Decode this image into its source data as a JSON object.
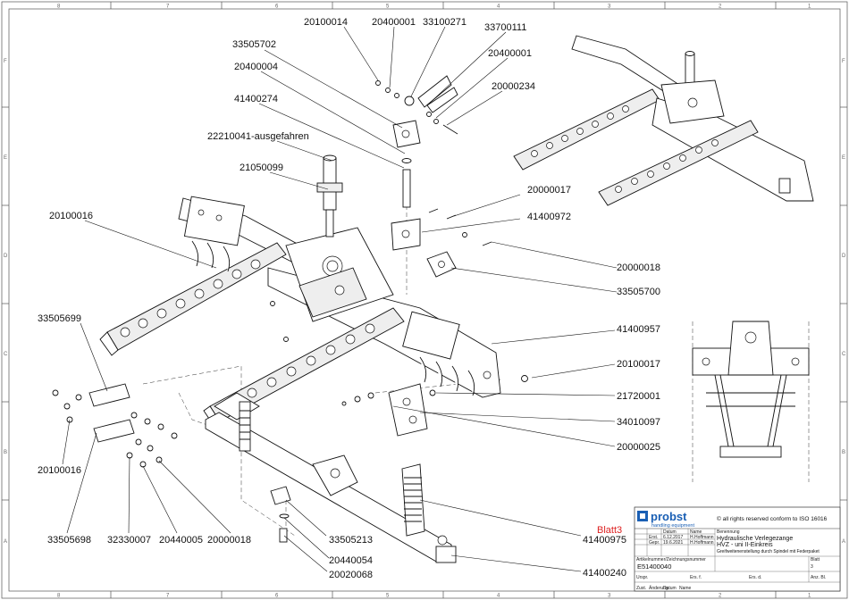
{
  "frame": {
    "top_refs": [
      "8",
      "7",
      "6",
      "5",
      "4",
      "3",
      "2",
      "1"
    ],
    "bottom_refs": [
      "8",
      "7",
      "6",
      "5",
      "4",
      "3",
      "2",
      "1"
    ],
    "side_refs": [
      "F",
      "E",
      "D",
      "C",
      "B",
      "A"
    ]
  },
  "callouts": [
    {
      "id": "c-20100014",
      "text": "20100014"
    },
    {
      "id": "c-20400001a",
      "text": "20400001"
    },
    {
      "id": "c-33100271",
      "text": "33100271"
    },
    {
      "id": "c-33700111",
      "text": "33700111"
    },
    {
      "id": "c-33505702",
      "text": "33505702"
    },
    {
      "id": "c-20400001b",
      "text": "20400001"
    },
    {
      "id": "c-20400004",
      "text": "20400004"
    },
    {
      "id": "c-20000234",
      "text": "20000234"
    },
    {
      "id": "c-41400274",
      "text": "41400274"
    },
    {
      "id": "c-22210041",
      "text": "22210041-ausgefahren"
    },
    {
      "id": "c-21050099",
      "text": "21050099"
    },
    {
      "id": "c-20000017a",
      "text": "20000017"
    },
    {
      "id": "c-20100016a",
      "text": "20100016"
    },
    {
      "id": "c-41400972",
      "text": "41400972"
    },
    {
      "id": "c-20000018a",
      "text": "20000018"
    },
    {
      "id": "c-33505700",
      "text": "33505700"
    },
    {
      "id": "c-33505699",
      "text": "33505699"
    },
    {
      "id": "c-41400957",
      "text": "41400957"
    },
    {
      "id": "c-20100017",
      "text": "20100017"
    },
    {
      "id": "c-21720001",
      "text": "21720001"
    },
    {
      "id": "c-34010097",
      "text": "34010097"
    },
    {
      "id": "c-20000025",
      "text": "20000025"
    },
    {
      "id": "c-20100016b",
      "text": "20100016"
    },
    {
      "id": "c-33505698",
      "text": "33505698"
    },
    {
      "id": "c-32330007",
      "text": "32330007"
    },
    {
      "id": "c-20440005",
      "text": "20440005"
    },
    {
      "id": "c-20000018b",
      "text": "20000018"
    },
    {
      "id": "c-33505213",
      "text": "33505213"
    },
    {
      "id": "c-20440054",
      "text": "20440054"
    },
    {
      "id": "c-20020068",
      "text": "20020068"
    },
    {
      "id": "c-41400975",
      "text": "41400975"
    },
    {
      "id": "c-41400240",
      "text": "41400240"
    }
  ],
  "sheet_label": "Blatt3",
  "title_block": {
    "logo": "probst",
    "logo_sub": "handling equipment",
    "copyright": "© all rights reserved conform to ISO 16016",
    "header_label": "Benennung",
    "title_line1": "Hydraulische Verlegezange",
    "title_line2": "HVZ - uni II-Einkreis",
    "title_line3": "Greifweitenenstellung durch Spindel mit Federpaket",
    "drawing_no_label": "Artikelnummer/Zeichnungsnummer",
    "drawing_no": "E51400040",
    "sheet_label": "Blatt",
    "sheet_no": "3",
    "rows": [
      {
        "a": "",
        "b": "Datum",
        "c": "Name"
      },
      {
        "a": "Erst.",
        "b": "6.12.2017",
        "c": "H.Hoffmann"
      },
      {
        "a": "Gepr.",
        "b": "19.6.2021",
        "c": "H.Hoffmann"
      }
    ],
    "footer_zust": "Zust.",
    "footer_aend": "Änderung",
    "footer_datum": "Datum",
    "footer_name": "Name",
    "footer_urspr": "Urspr.",
    "footer_ers_f": "Ers. f.",
    "footer_ers_d": "Ers. d.",
    "footer_anz": "Anz. Bl."
  }
}
